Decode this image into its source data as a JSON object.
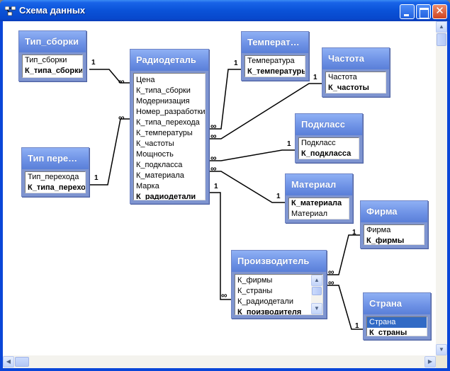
{
  "window": {
    "title": "Схема данных"
  },
  "tables": {
    "tip_sborki": {
      "title": "Тип_сборки",
      "fields": [
        {
          "name": "Тип_сборки",
          "pk": false
        },
        {
          "name": "К_типа_сборки",
          "pk": true
        }
      ]
    },
    "tip_perehoda": {
      "title": "Тип пере…",
      "fields": [
        {
          "name": "Тип_перехода",
          "pk": false
        },
        {
          "name": "К_типа_перехода",
          "pk": true
        }
      ]
    },
    "radiodetal": {
      "title": "Радиодеталь",
      "fields": [
        {
          "name": "Цена",
          "pk": false
        },
        {
          "name": "К_типа_сборки",
          "pk": false
        },
        {
          "name": "Модернизация",
          "pk": false
        },
        {
          "name": "Номер_разработки",
          "pk": false
        },
        {
          "name": "К_типа_перехода",
          "pk": false
        },
        {
          "name": "К_температуры",
          "pk": false
        },
        {
          "name": "К_частоты",
          "pk": false
        },
        {
          "name": "Мощность",
          "pk": false
        },
        {
          "name": "К_подкласса",
          "pk": false
        },
        {
          "name": "К_материала",
          "pk": false
        },
        {
          "name": "Марка",
          "pk": false
        },
        {
          "name": "К_радиодетали",
          "pk": true
        }
      ]
    },
    "temperatura": {
      "title": "Температ…",
      "fields": [
        {
          "name": "Температура",
          "pk": false
        },
        {
          "name": "К_температуры",
          "pk": true
        }
      ]
    },
    "chastota": {
      "title": "Частота",
      "fields": [
        {
          "name": "Частота",
          "pk": false
        },
        {
          "name": "К_частоты",
          "pk": true
        }
      ]
    },
    "podklass": {
      "title": "Подкласс",
      "fields": [
        {
          "name": "Подкласс",
          "pk": false
        },
        {
          "name": "К_подкласса",
          "pk": true
        }
      ]
    },
    "material": {
      "title": "Материал",
      "fields": [
        {
          "name": "К_материала",
          "pk": true
        },
        {
          "name": "Материал",
          "pk": false
        }
      ]
    },
    "firma": {
      "title": "Фирма",
      "fields": [
        {
          "name": "Фирма",
          "pk": false
        },
        {
          "name": "К_фирмы",
          "pk": true
        }
      ]
    },
    "proizvoditel": {
      "title": "Производитель",
      "fields": [
        {
          "name": "К_фирмы",
          "pk": false
        },
        {
          "name": "К_страны",
          "pk": false
        },
        {
          "name": "К_радиодетали",
          "pk": false
        },
        {
          "name": "К_поизводителя",
          "pk": true
        }
      ]
    },
    "strana": {
      "title": "Страна",
      "fields": [
        {
          "name": "Страна",
          "pk": false,
          "selected": true
        },
        {
          "name": "К_страны",
          "pk": true
        }
      ]
    }
  },
  "relationship_labels": {
    "one": "1",
    "many": "∞"
  },
  "colors": {
    "title_bar": "#0a52d8",
    "table_header": "#7090e4",
    "selection": "#316ac5"
  }
}
